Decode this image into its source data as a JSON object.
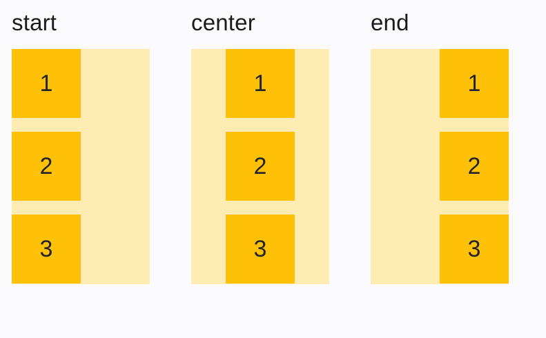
{
  "page": {
    "background_color": "#FBFBFD"
  },
  "colors": {
    "item": "#FFC107",
    "container": "#FFECB3",
    "label_text": "#1b1b1b",
    "item_text": "#242424"
  },
  "columns": [
    {
      "label": "start",
      "alignment": "start",
      "items": [
        "1",
        "2",
        "3"
      ]
    },
    {
      "label": "center",
      "alignment": "center",
      "items": [
        "1",
        "2",
        "3"
      ]
    },
    {
      "label": "end",
      "alignment": "end",
      "items": [
        "1",
        "2",
        "3"
      ]
    }
  ]
}
